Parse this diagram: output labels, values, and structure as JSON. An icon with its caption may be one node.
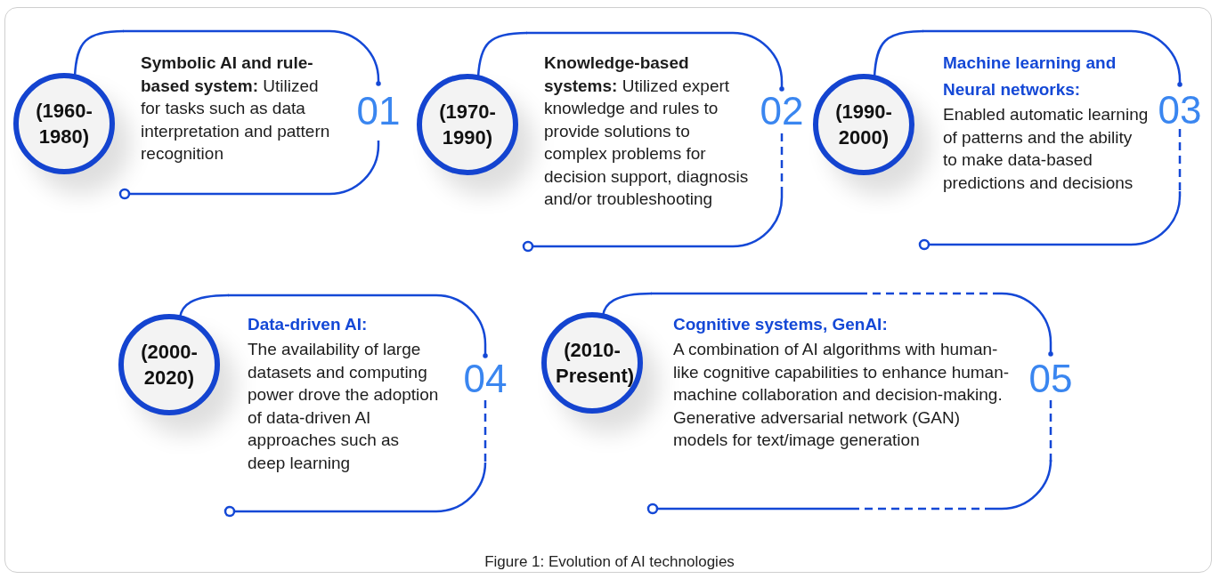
{
  "diagram": {
    "caption": "Figure 1: Evolution of AI technologies",
    "nodes": [
      {
        "text": [
          "(1960-1980)"
        ]
      },
      {
        "text": [
          "**Symbolic AI and rule-based system:** Utilized for tasks such as data interpretation and pattern recognition",
          "01"
        ]
      },
      {
        "text": [
          "(1970-1990)"
        ]
      },
      {
        "text": [
          "**Knowledge-based systems:** Utilized expert knowledge and rules to provide solutions to complex problems for decision support, diagnosis and/or troubleshooting",
          "02"
        ]
      },
      {
        "text": [
          "(1990-2000)"
        ]
      },
      {
        "text": [
          "Machine learning and Neural networks:",
          "Enabled automatic learning of patterns and the ability to make data-based predictions and decisions",
          "03"
        ]
      },
      {
        "text": [
          "(2000-2020)"
        ]
      },
      {
        "text": [
          "Data-driven AI:",
          "The availability of large datasets and computing power drove the adoption of data-driven AI approaches such as deep learning",
          "04"
        ]
      },
      {
        "text": [
          "(2010-Present)"
        ]
      },
      {
        "text": [
          "Cognitive systems, GenAI:",
          "A combination of AI algorithms with human-like cognitive capabilities to enhance human-machine collaboration and decision-making. Generative adversarial network (GAN) models for text/image generation",
          "05"
        ]
      }
    ],
    "edges": [
      {
        "from": 0,
        "to": 1,
        "arrow": "none"
      },
      {
        "from": 2,
        "to": 3,
        "arrow": "none"
      },
      {
        "from": 4,
        "to": 5,
        "arrow": "none"
      },
      {
        "from": 6,
        "to": 7,
        "arrow": "none"
      },
      {
        "from": 8,
        "to": 9,
        "arrow": "none"
      }
    ]
  }
}
